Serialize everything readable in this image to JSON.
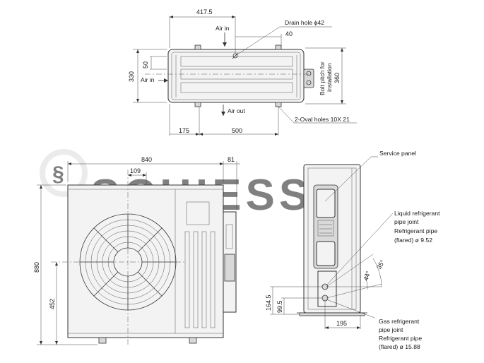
{
  "watermark": {
    "text": "SCHIESSL"
  },
  "top_view": {
    "dims": {
      "width_top": "417.5",
      "offset_40": "40",
      "height_left": "330",
      "inner_50": "50",
      "bolt_pitch_value": "360",
      "offset_175": "175",
      "width_500": "500"
    },
    "labels": {
      "drain_hole": "Drain hole ϕ42",
      "air_in_top": "Air in",
      "air_in_left": "Air in",
      "air_out": "Air out",
      "bolt_pitch_line1": "Bolt pitch for",
      "bolt_pitch_line2": "installation",
      "oval_holes": "2-Oval holes 10X 21"
    }
  },
  "front_view": {
    "dims": {
      "width": "840",
      "side": "81",
      "fan_offset": "109",
      "height": "880",
      "lower_height": "452"
    }
  },
  "side_view": {
    "dims": {
      "h_164": "164.5",
      "h_99": "99.5",
      "w_195": "195",
      "angle_35": "35°",
      "angle_44": "44°"
    },
    "labels": {
      "service_panel": "Service panel",
      "liquid": [
        "Liquid refrigerant",
        "pipe joint",
        "Refrigerant pipe",
        "(flared) ø 9.52"
      ],
      "gas": [
        "Gas refrigerant",
        "pipe joint",
        "Refrigerant pipe",
        "(flared) ø 15.88"
      ]
    }
  }
}
